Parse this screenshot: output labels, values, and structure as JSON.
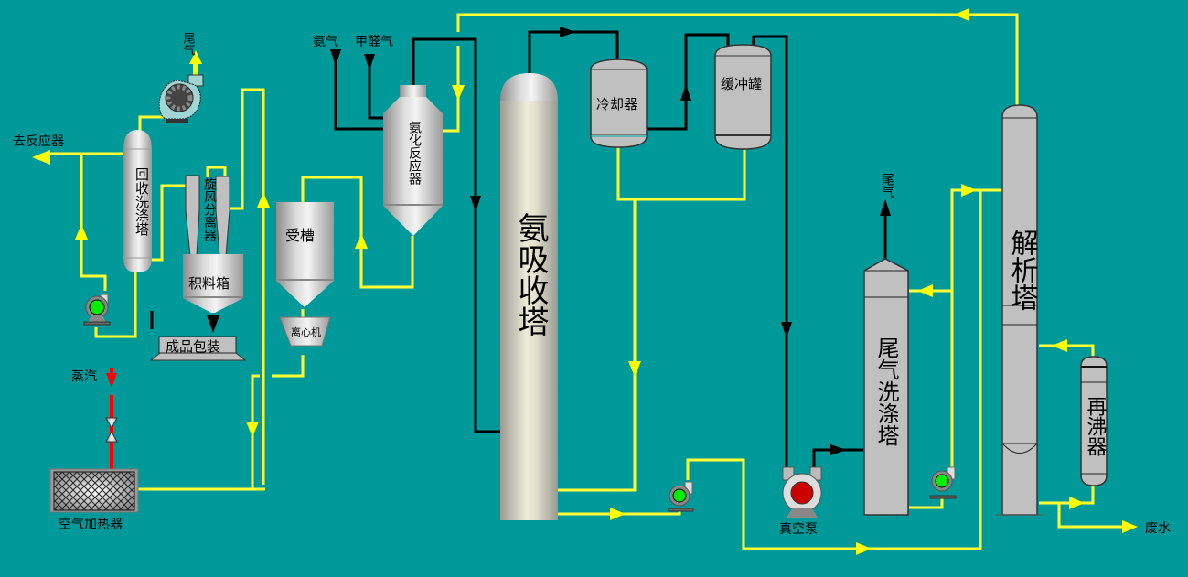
{
  "title": "Process flow diagram",
  "colors": {
    "background": "#009999",
    "process_pipe": "#ffff33",
    "gas_pipe": "#000000",
    "steam_pipe": "#ff0000",
    "pump_running": "#00ee00",
    "pump_stopped": "#cc0000"
  },
  "labels": {
    "tail_gas_1": "尾气",
    "to_reactor": "去反应器",
    "recovery_tower": "回收洗涤塔",
    "cyclone": "旋风分离器",
    "hopper": "积料箱",
    "packaging": "成品包装",
    "steam": "蒸汽",
    "air_heater": "空气加热器",
    "ammonia_gas": "氨气",
    "formaldehyde_gas": "甲醛气",
    "ammoniation_reactor": "氨化反应器",
    "receiver_tank": "受槽",
    "centrifuge": "离心机",
    "ammonia_absorber": "氨吸收塔",
    "cooler": "冷却器",
    "buffer_tank": "缓冲罐",
    "vacuum_pump": "真空泵",
    "tail_gas_2": "尾气",
    "tail_gas_scrubber": "尾气洗涤塔",
    "stripping_tower": "解析塔",
    "reboiler": "再沸器",
    "waste_water": "废水"
  },
  "equipment": {
    "pump_recovery": {
      "status": "running"
    },
    "pump_absorber": {
      "status": "running"
    },
    "pump_scrubber": {
      "status": "running"
    },
    "vacuum_pump": {
      "status": "stopped"
    }
  }
}
